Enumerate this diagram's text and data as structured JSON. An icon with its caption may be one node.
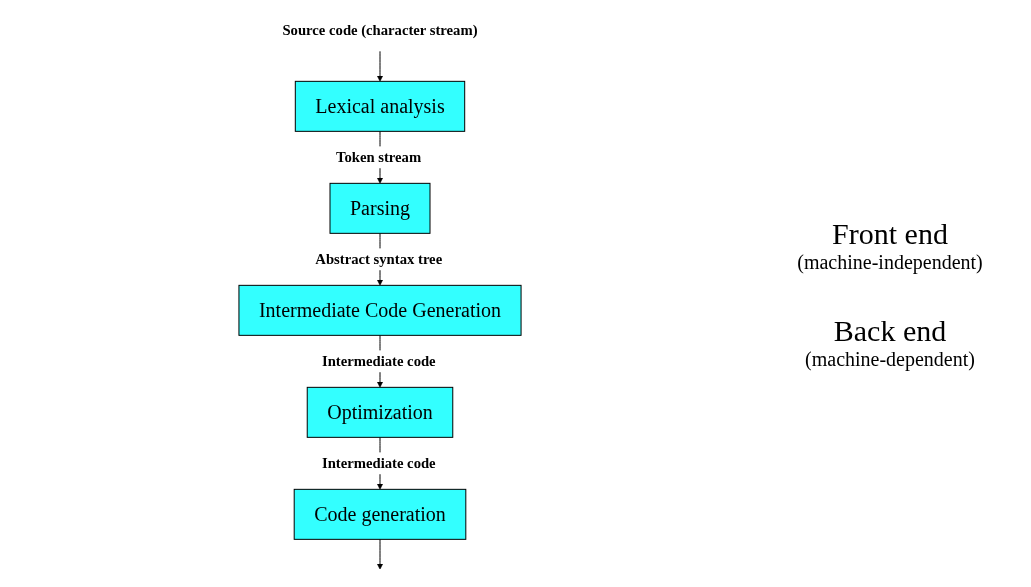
{
  "diagram": {
    "nodes": [
      {
        "text": [
          "Source code (character stream)"
        ]
      },
      {
        "text": [
          "Lexical analysis"
        ]
      },
      {
        "text": [
          "Parsing"
        ]
      },
      {
        "text": [
          "Intermediate Code Generation"
        ]
      },
      {
        "text": [
          "Optimization"
        ]
      },
      {
        "text": [
          "Code generation"
        ]
      }
    ],
    "edges": [
      {
        "from": 0,
        "to": 1,
        "arrow": "to"
      },
      {
        "from": 1,
        "to": 2,
        "arrow": "to",
        "label": "Token stream"
      },
      {
        "from": 2,
        "to": 3,
        "arrow": "to",
        "label": "Abstract syntax tree"
      },
      {
        "from": 3,
        "to": 4,
        "arrow": "to",
        "label": "Intermediate code"
      },
      {
        "from": 4,
        "to": 5,
        "arrow": "to",
        "label": "Intermediate code"
      },
      {
        "from": 5,
        "to": null,
        "arrow": "to"
      }
    ],
    "labels": [
      "Front end",
      "(machine-independent)",
      "Back end",
      "(machine-dependent)"
    ]
  }
}
